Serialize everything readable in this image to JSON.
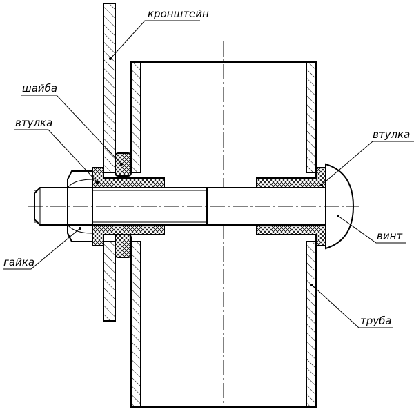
{
  "labels": {
    "bracket": "кронштейн",
    "washer": "шайба",
    "bushing_left": "втулка",
    "bushing_right": "втулка",
    "nut": "гайка",
    "screw": "винт",
    "pipe": "труба"
  }
}
